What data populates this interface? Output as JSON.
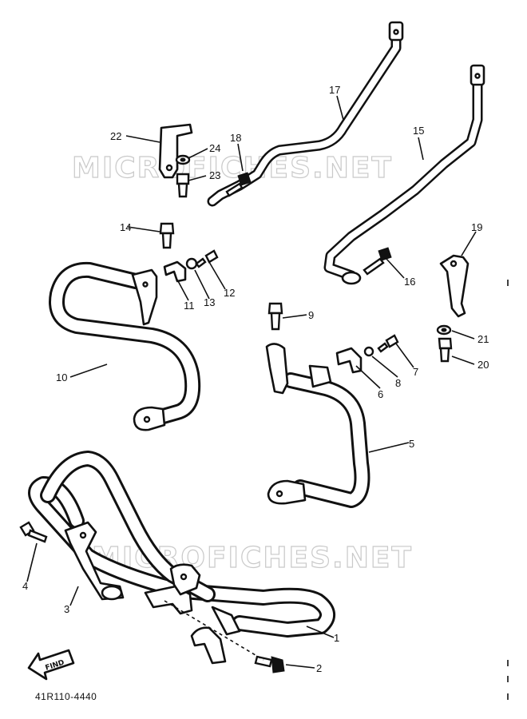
{
  "watermarks": [
    "MICROFICHES.NET",
    "MICROFICHES.NET"
  ],
  "callouts": [
    "1",
    "2",
    "3",
    "4",
    "5",
    "6",
    "7",
    "8",
    "9",
    "10",
    "11",
    "12",
    "13",
    "14",
    "15",
    "16",
    "17",
    "18",
    "19",
    "20",
    "21",
    "22",
    "23",
    "24"
  ],
  "direction_arrow": {
    "label": "FIND"
  },
  "diagram_code": "41R110-4440"
}
